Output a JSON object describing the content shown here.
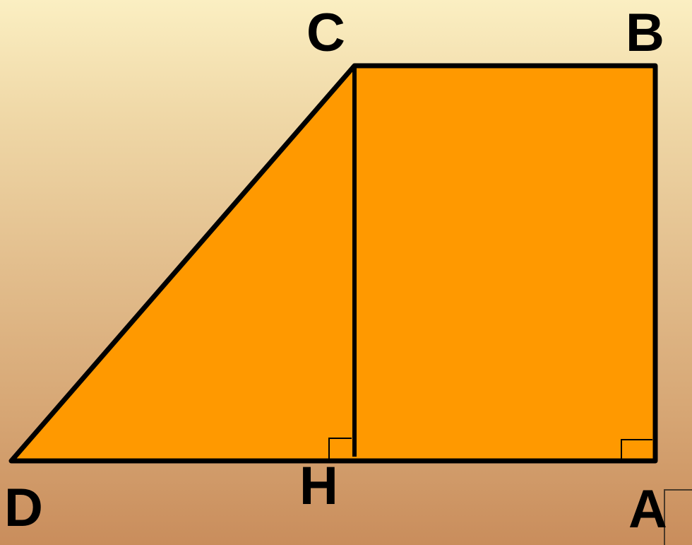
{
  "diagram": {
    "labels": {
      "A": "A",
      "B": "B",
      "C": "C",
      "D": "D",
      "H": "H"
    },
    "colors": {
      "fill": "#ff9900",
      "stroke": "#000000"
    },
    "right_angles": [
      "H",
      "A"
    ]
  }
}
